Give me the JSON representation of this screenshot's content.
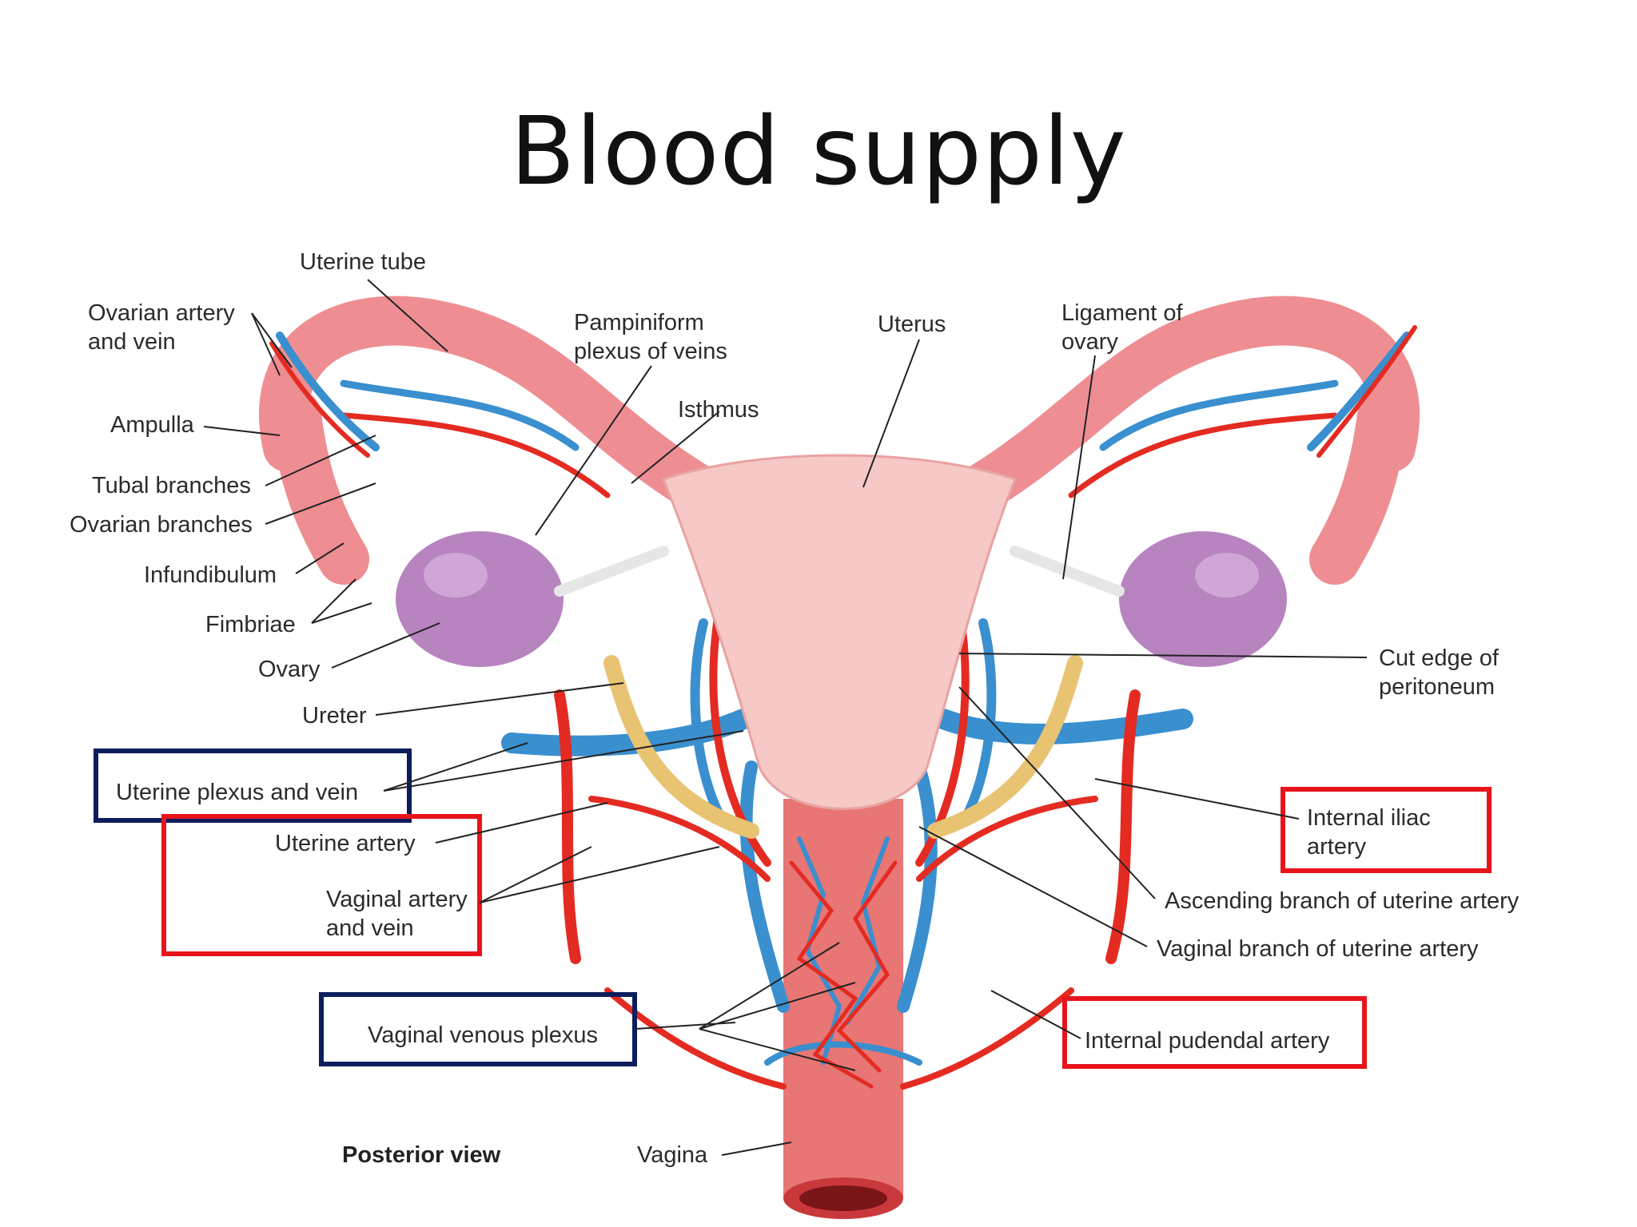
{
  "title": "Blood supply",
  "colors": {
    "artery": "#e42b22",
    "vein": "#3a8fcf",
    "tissue": "#ee8e92",
    "uterus_body": "#f6c8c6",
    "ovary": "#b784c0",
    "ureter": "#e8c372",
    "highlight_blue": "#0c1d5c",
    "highlight_red": "#e8141c"
  },
  "labels": {
    "uterine_tube": "Uterine tube",
    "ovarian_artery": [
      "Ovarian artery",
      "and vein"
    ],
    "pampiniform": [
      "Pampiniform",
      "plexus of veins"
    ],
    "uterus": "Uterus",
    "ligament_of_ovary": [
      "Ligament of",
      "ovary"
    ],
    "isthmus": "Isthmus",
    "ampulla": "Ampulla",
    "tubal_branches": "Tubal branches",
    "ovarian_branches": "Ovarian branches",
    "infundibulum": "Infundibulum",
    "fimbriae": "Fimbriae",
    "ovary": "Ovary",
    "ureter": "Ureter",
    "cut_edge": [
      "Cut edge of",
      "peritoneum"
    ],
    "uterine_plexus": "Uterine plexus and vein",
    "uterine_artery": "Uterine artery",
    "vaginal_artery": [
      "Vaginal artery",
      "and vein"
    ],
    "internal_iliac": [
      "Internal iliac",
      "artery"
    ],
    "ascending_branch": "Ascending branch of uterine artery",
    "vaginal_branch": "Vaginal branch of uterine artery",
    "vaginal_venous_plexus": "Vaginal venous plexus",
    "internal_pudendal": "Internal pudendal artery",
    "posterior_view": "Posterior view",
    "vagina": "Vagina"
  }
}
